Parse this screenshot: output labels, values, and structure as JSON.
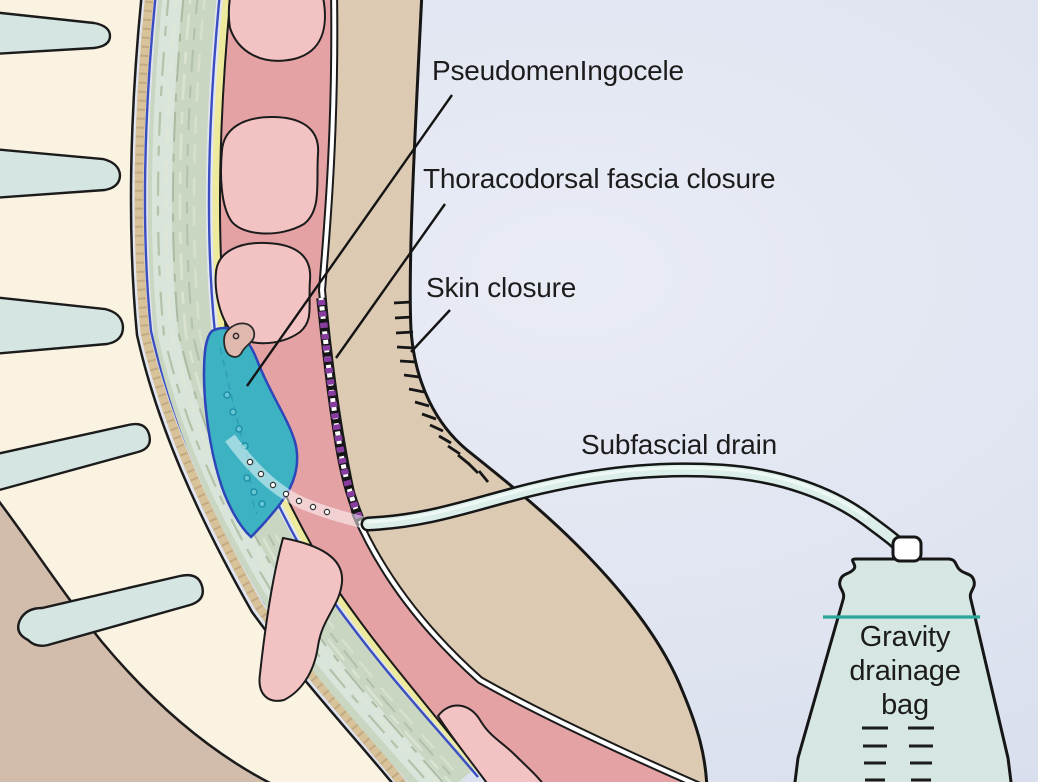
{
  "figure_type": "medical-illustration-sagittal-spine-with-wound-drain",
  "labels": {
    "pseudomeningocele": "PseudomenIngocele",
    "fascia_closure": "Thoracodorsal fascia closure",
    "skin_closure": "Skin closure",
    "subfascial_drain": "Subfascial drain",
    "gravity_bag": "Gravity drainage bag"
  },
  "colors": {
    "background_center": "#e9ecf5",
    "background_edge": "#d3daea",
    "vertebra_cream": "#faf3e2",
    "disc_blue": "#d5e5e1",
    "abdomen_tan": "#d2bcab",
    "ligament_tan": "#d8c29a",
    "dura_blue": "#3a4ec0",
    "spinal_canal_sage": "#c9d6c2",
    "ligamentum_flavum_yellow": "#edea9d",
    "muscle_dark_pink": "#e4a2a5",
    "muscle_light_pink": "#f3c3c4",
    "skin_tan": "#dccab3",
    "pseudomeningocele_teal": "#3db2c3",
    "suture_purple": "#8a3da0",
    "drain_tube_fill": "#dbeeea",
    "bag_fill": "#d6e7e3",
    "fluid_line_teal": "#2aa69a",
    "outline_black": "#1b1b1b"
  }
}
